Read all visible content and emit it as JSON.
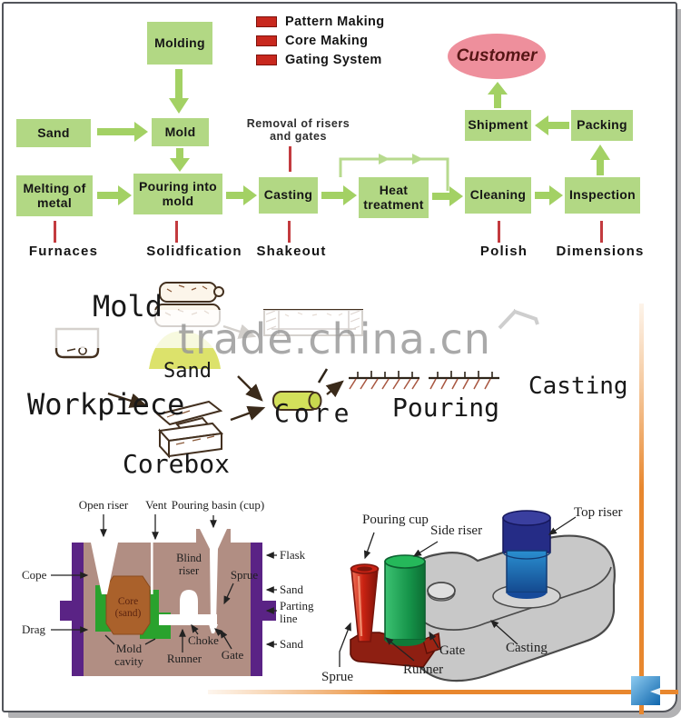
{
  "colors": {
    "box_green": "#b2d884",
    "arrow_green": "#a3d164",
    "customer_pink": "#ee8f9c",
    "legend_red": "#c8281e",
    "tick_red": "#c33b3f",
    "flask_purple": "#5a2385",
    "mold_sand_mauve": "#b18e83",
    "cavity_green": "#2aa22d",
    "core_brown": "#aa612b",
    "accent_orange": "#e8872e"
  },
  "flowchart": {
    "molding": "Molding",
    "sand": "Sand",
    "mold": "Mold",
    "melting": {
      "l1": "Melting of",
      "l2": "metal"
    },
    "pouring": {
      "l1": "Pouring into",
      "l2": "mold"
    },
    "casting": "Casting",
    "heat": {
      "l1": "Heat",
      "l2": "treatment"
    },
    "cleaning": "Cleaning",
    "inspection": "Inspection",
    "shipment": "Shipment",
    "packing": "Packing",
    "customer": "Customer",
    "removal": {
      "l1": "Removal of risers",
      "l2": "and gates"
    },
    "annotations": {
      "furnaces": "Furnaces",
      "solidification": "Solidfication",
      "shakeout": "Shakeout",
      "polish": "Polish",
      "dimensions": "Dimensions"
    }
  },
  "legend": {
    "items": [
      {
        "label": "Pattern Making"
      },
      {
        "label": "Core Making"
      },
      {
        "label": "Gating System"
      }
    ]
  },
  "sketch": {
    "mold": "Mold",
    "sand": "Sand",
    "workpiece": "Workpiece",
    "core": "Core",
    "corebox": "Corebox",
    "pouring": "Pouring",
    "casting": "Casting",
    "watermark": "trade.china.cn"
  },
  "cross_section": {
    "open_riser": "Open riser",
    "vent": "Vent",
    "pouring_basin": "Pouring basin (cup)",
    "cope": "Cope",
    "drag": "Drag",
    "flask": "Flask",
    "sand_upper": "Sand",
    "parting": {
      "l1": "Parting",
      "l2": "line"
    },
    "sand_lower": "Sand",
    "blind": {
      "l1": "Blind",
      "l2": "riser"
    },
    "sprue": "Sprue",
    "core": {
      "l1": "Core",
      "l2": "(sand)"
    },
    "choke": "Choke",
    "cavity": {
      "l1": "Mold",
      "l2": "cavity"
    },
    "runner": "Runner",
    "gate": "Gate"
  },
  "assembly": {
    "pouring_cup": "Pouring cup",
    "side_riser": "Side riser",
    "top_riser": "Top riser",
    "sprue": "Sprue",
    "runner": "Runner",
    "gate": "Gate",
    "casting": "Casting"
  }
}
